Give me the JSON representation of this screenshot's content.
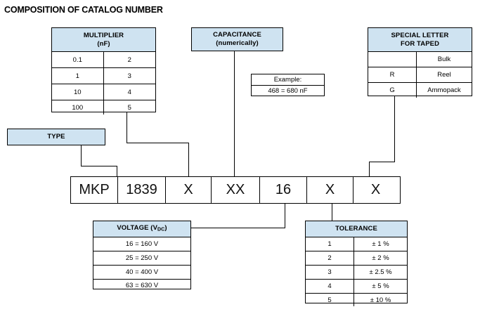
{
  "title": "COMPOSITION OF CATALOG NUMBER",
  "multiplier": {
    "header_line1": "MULTIPLIER",
    "header_line2": "(nF)",
    "rows": [
      {
        "value": "0.1",
        "code": "2"
      },
      {
        "value": "1",
        "code": "3"
      },
      {
        "value": "10",
        "code": "4"
      },
      {
        "value": "100",
        "code": "5"
      }
    ]
  },
  "capacitance": {
    "header_line1": "CAPACITANCE",
    "header_line2": "(numerically)"
  },
  "example": {
    "label": "Example:",
    "value": "468 = 680 nF"
  },
  "special_letter": {
    "header_line1": "SPECIAL LETTER",
    "header_line2": "FOR TAPED",
    "rows": [
      {
        "code": "",
        "meaning": "Bulk"
      },
      {
        "code": "R",
        "meaning": "Reel"
      },
      {
        "code": "G",
        "meaning": "Ammopack"
      }
    ]
  },
  "type": {
    "label": "TYPE"
  },
  "voltage": {
    "header_prefix": "VOLTAGE (V",
    "header_subscript": "DC",
    "header_suffix": ")",
    "rows": [
      {
        "text": "16 = 160 V"
      },
      {
        "text": "25 = 250 V"
      },
      {
        "text": "40 = 400 V"
      },
      {
        "text": "63 = 630 V"
      }
    ]
  },
  "tolerance": {
    "header": "TOLERANCE",
    "rows": [
      {
        "code": "1",
        "value": "± 1 %"
      },
      {
        "code": "2",
        "value": "± 2 %"
      },
      {
        "code": "3",
        "value": "± 2.5 %"
      },
      {
        "code": "4",
        "value": "± 5 %"
      },
      {
        "code": "5",
        "value": "± 10 %"
      }
    ]
  },
  "catalog_number": {
    "segments": [
      {
        "text": "MKP"
      },
      {
        "text": "1839"
      },
      {
        "text": "X"
      },
      {
        "text": "XX"
      },
      {
        "text": "16"
      },
      {
        "text": "X"
      },
      {
        "text": "X"
      }
    ]
  },
  "colors": {
    "header_fill": "#cfe3f1",
    "line": "#000000",
    "page_background": "#ffffff"
  }
}
